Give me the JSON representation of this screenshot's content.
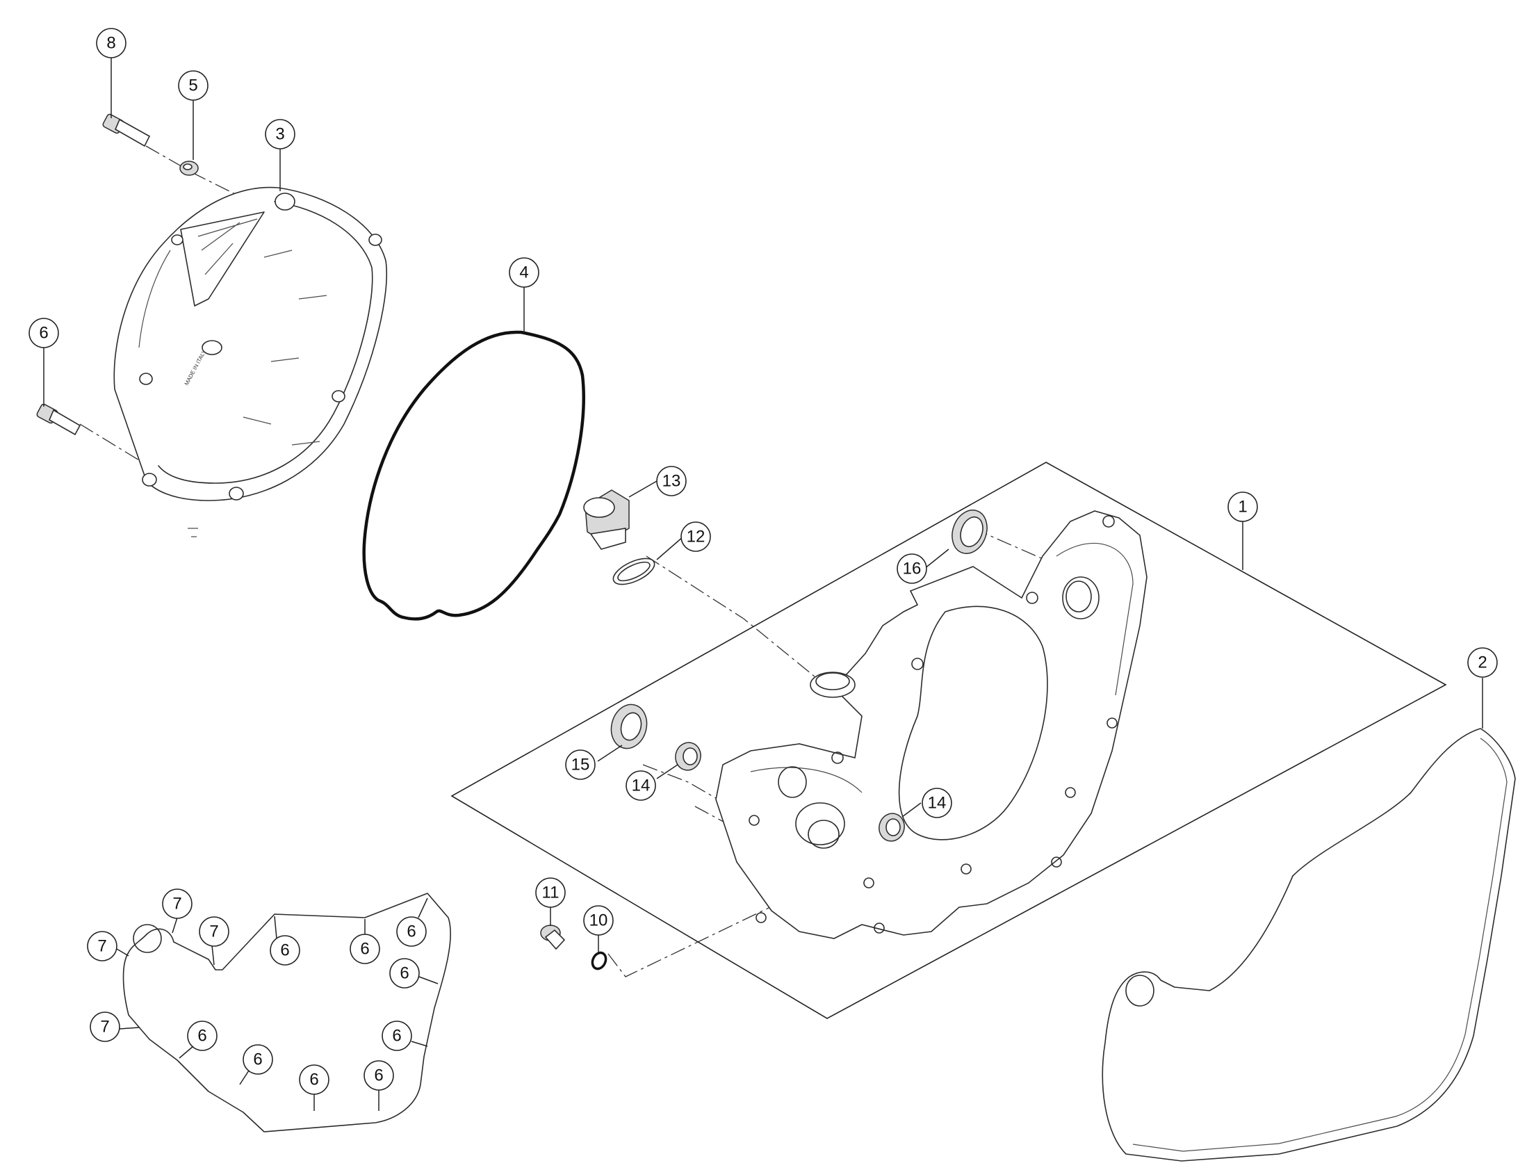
{
  "diagram": {
    "callouts": [
      {
        "id": "c8",
        "label": "8"
      },
      {
        "id": "c5",
        "label": "5"
      },
      {
        "id": "c3",
        "label": "3"
      },
      {
        "id": "c6a",
        "label": "6"
      },
      {
        "id": "c4",
        "label": "4"
      },
      {
        "id": "c13",
        "label": "13"
      },
      {
        "id": "c12",
        "label": "12"
      },
      {
        "id": "c1",
        "label": "1"
      },
      {
        "id": "c16",
        "label": "16"
      },
      {
        "id": "c2",
        "label": "2"
      },
      {
        "id": "c15",
        "label": "15"
      },
      {
        "id": "c14a",
        "label": "14"
      },
      {
        "id": "c14b",
        "label": "14"
      },
      {
        "id": "c11",
        "label": "11"
      },
      {
        "id": "c10",
        "label": "10"
      },
      {
        "id": "c7a",
        "label": "7"
      },
      {
        "id": "c7b",
        "label": "7"
      },
      {
        "id": "c7c",
        "label": "7"
      },
      {
        "id": "c7d",
        "label": "7"
      },
      {
        "id": "c6b",
        "label": "6"
      },
      {
        "id": "c6c",
        "label": "6"
      },
      {
        "id": "c6d",
        "label": "6"
      },
      {
        "id": "c6e",
        "label": "6"
      },
      {
        "id": "c6f",
        "label": "6"
      },
      {
        "id": "c6g",
        "label": "6"
      },
      {
        "id": "c6h",
        "label": "6"
      },
      {
        "id": "c6i",
        "label": "6"
      },
      {
        "id": "c6j",
        "label": "6"
      }
    ],
    "cover_marking": [
      "MADE IN ITALY"
    ]
  }
}
